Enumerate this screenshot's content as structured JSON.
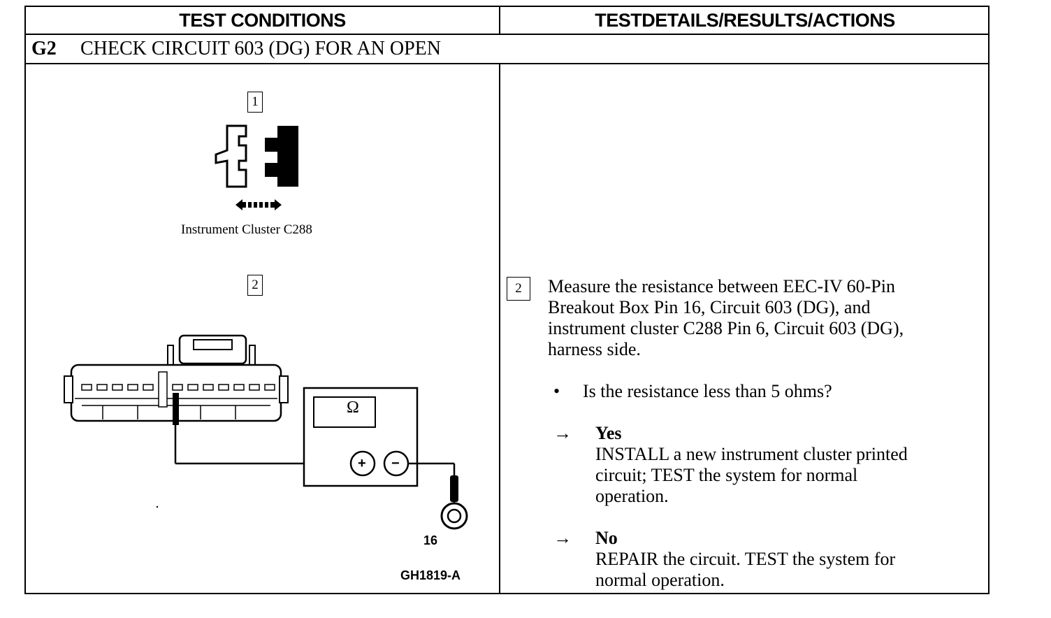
{
  "header": {
    "left": "TEST CONDITIONS",
    "right": "TESTDETAILS/RESULTS/ACTIONS"
  },
  "step": {
    "code": "G2",
    "title": "CHECK CIRCUIT 603 (DG) FOR AN OPEN"
  },
  "left": {
    "step1_num": "1",
    "connector_caption": "Instrument Cluster C288",
    "step2_num": "2",
    "meter_symbol": "Ω",
    "plus": "+",
    "minus": "−",
    "pin_label": "16",
    "figure_id": "GH1819-A"
  },
  "right": {
    "step2_num": "2",
    "instruction_lines": [
      "Measure the resistance between EEC-IV 60-Pin",
      "Breakout Box Pin 16, Circuit 603 (DG), and",
      "instrument cluster C288 Pin 6, Circuit 603 (DG),",
      "harness side."
    ],
    "bullet": "•",
    "question": "Is the resistance less than 5 ohms?",
    "arrow": "→",
    "yes_label": "Yes",
    "yes_lines": [
      "INSTALL a new instrument cluster printed",
      "circuit;  TEST the system for normal",
      "operation."
    ],
    "no_label": "No",
    "no_lines": [
      "REPAIR the circuit. TEST the system for",
      "normal operation."
    ]
  }
}
